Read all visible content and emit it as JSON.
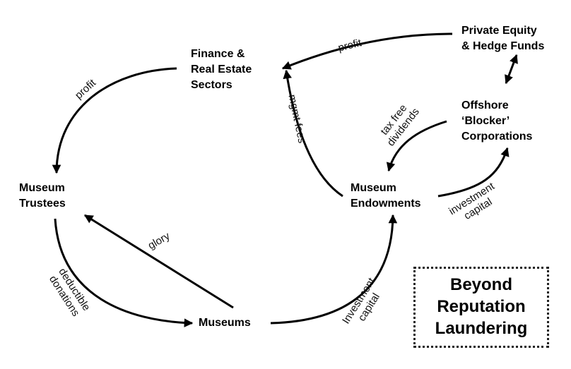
{
  "nodes": {
    "finance": "Finance &\nReal Estate\nSectors",
    "private_equity": "Private Equity\n& Hedge Funds",
    "offshore": "Offshore\n‘Blocker’\nCorporations",
    "trustees": "Museum\nTrustees",
    "endowments": "Museum\nEndowments",
    "museums": "Museums"
  },
  "edge_labels": {
    "profit_pe": "profit",
    "profit_trustees": "profit",
    "mgmt_fees": "mgmt fees",
    "tax_free_dividends": "tax free\ndividends",
    "investment_capital_offshore": "investment\ncapital",
    "glory": "glory",
    "deductible_donations": "deductible\ndonations",
    "investment_capital_museums": "Investment\ncapital"
  },
  "title_box": "Beyond\nReputation\nLaundering",
  "colors": {
    "ink": "#000000",
    "background": "#ffffff"
  }
}
